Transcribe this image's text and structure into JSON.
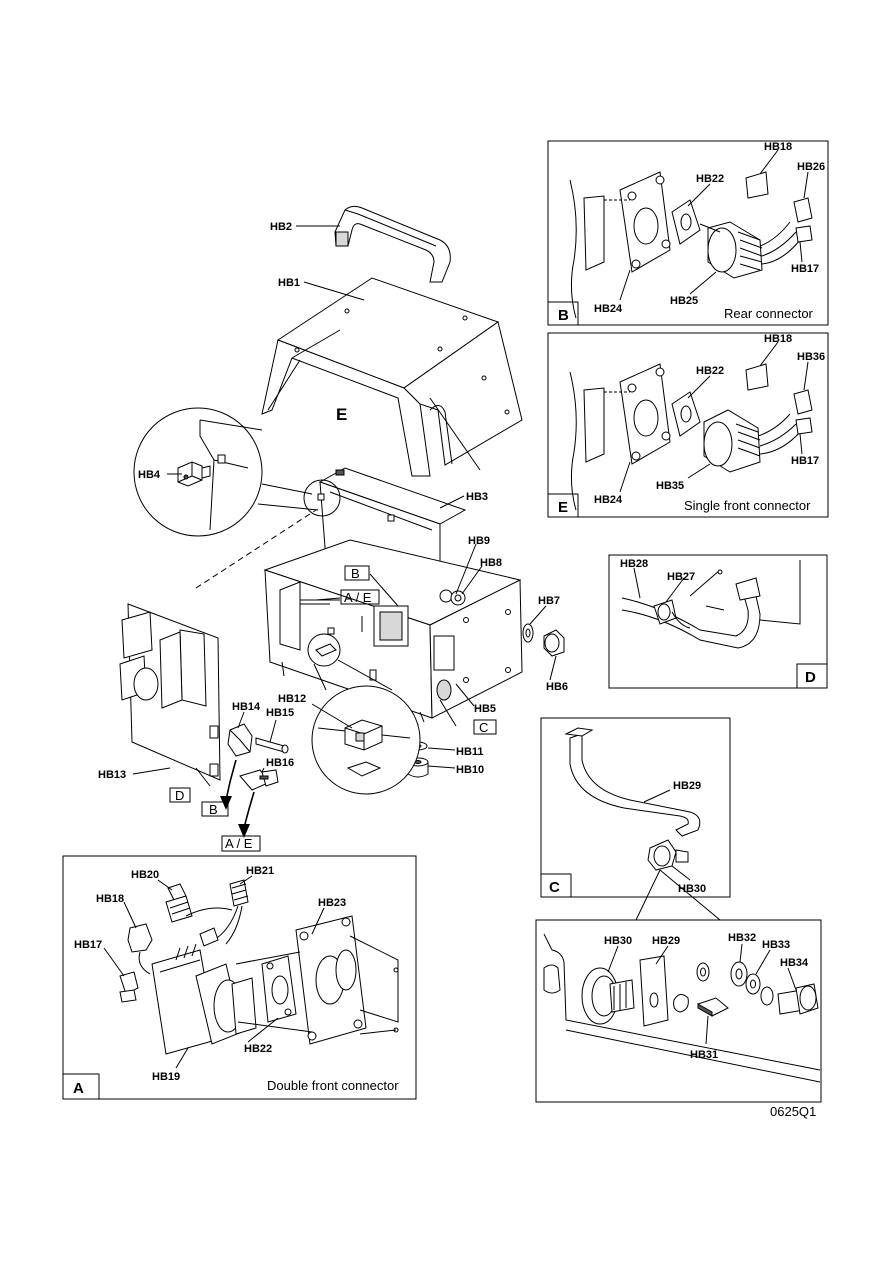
{
  "figure_code": "0625Q1",
  "main_view": {
    "view_letter": "E",
    "parts": {
      "hb1": "HB1",
      "hb2": "HB2",
      "hb3": "HB3",
      "hb4": "HB4",
      "hb5": "HB5",
      "hb6": "HB6",
      "hb7": "HB7",
      "hb8": "HB8",
      "hb9": "HB9",
      "hb10": "HB10",
      "hb11": "HB11",
      "hb12": "HB12",
      "hb13": "HB13",
      "hb14": "HB14",
      "hb15": "HB15",
      "hb16": "HB16"
    },
    "refs": {
      "b": "B",
      "ae": "A / E",
      "c": "C",
      "d": "D",
      "b2": "B",
      "ae2": "A / E"
    }
  },
  "panel_b": {
    "letter": "B",
    "caption": "Rear connector",
    "parts": {
      "hb18": "HB18",
      "hb26": "HB26",
      "hb22": "HB22",
      "hb17": "HB17",
      "hb24": "HB24",
      "hb25": "HB25"
    }
  },
  "panel_e": {
    "letter": "E",
    "caption": "Single front connector",
    "parts": {
      "hb18": "HB18",
      "hb36": "HB36",
      "hb22": "HB22",
      "hb17": "HB17",
      "hb24": "HB24",
      "hb35": "HB35"
    }
  },
  "panel_d": {
    "letter": "D",
    "parts": {
      "hb28": "HB28",
      "hb27": "HB27"
    }
  },
  "panel_c": {
    "letter": "C",
    "parts": {
      "hb29": "HB29",
      "hb30": "HB30"
    }
  },
  "panel_c_detail": {
    "parts": {
      "hb30": "HB30",
      "hb29": "HB29",
      "hb32": "HB32",
      "hb33": "HB33",
      "hb34": "HB34",
      "hb31": "HB31"
    }
  },
  "panel_a": {
    "letter": "A",
    "caption": "Double front connector",
    "parts": {
      "hb20": "HB20",
      "hb21": "HB21",
      "hb18": "HB18",
      "hb23": "HB23",
      "hb17": "HB17",
      "hb22": "HB22",
      "hb19": "HB19"
    }
  }
}
